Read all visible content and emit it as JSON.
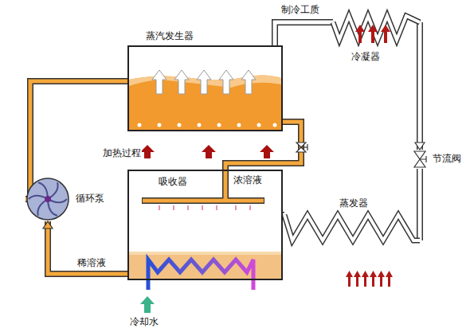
{
  "diagram": {
    "nodes": [
      {
        "text": [
          "蒸汽发生器"
        ]
      },
      {
        "text": [
          "冷凝器"
        ]
      },
      {
        "text": [
          "节流阀"
        ]
      },
      {
        "text": [
          "蒸发器"
        ]
      },
      {
        "text": [
          "吸收器"
        ]
      },
      {
        "text": [
          "循环泵"
        ]
      }
    ],
    "edges": [
      {
        "from": 0,
        "to": 1,
        "label": "制冷工质",
        "arrow": "none"
      },
      {
        "from": 1,
        "to": 2,
        "arrow": "to"
      },
      {
        "from": 2,
        "to": 3,
        "arrow": "none"
      },
      {
        "from": 3,
        "to": 4,
        "arrow": "none"
      },
      {
        "from": 4,
        "to": 5,
        "label": "稀溶液",
        "arrow": "to"
      },
      {
        "from": 5,
        "to": 0,
        "arrow": "none"
      },
      {
        "from": 0,
        "to": 4,
        "label": "浓溶液",
        "arrow": "none"
      }
    ],
    "labels": [
      "加热过程",
      "冷却水"
    ]
  }
}
